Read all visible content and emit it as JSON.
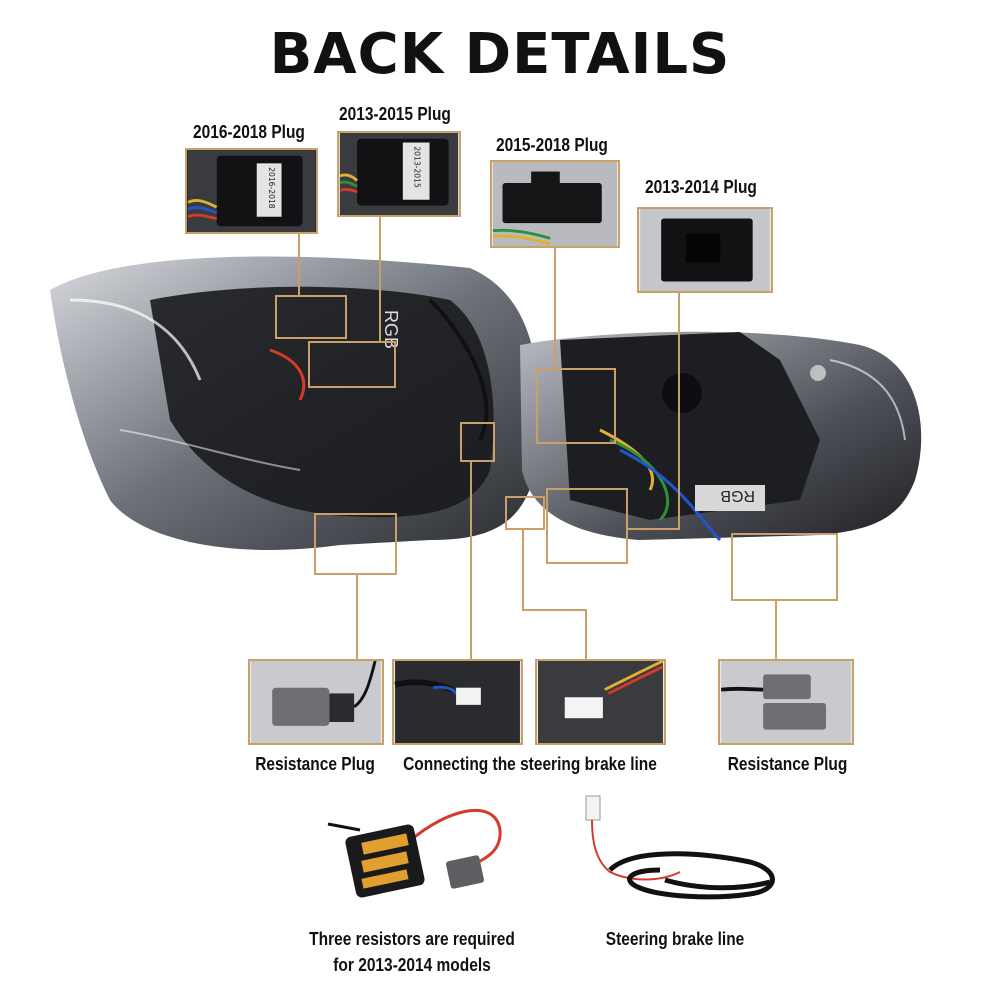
{
  "title": "BACK DETAILS",
  "plug_labels": {
    "plug_2016_2018": "2016-2018 Plug",
    "plug_2013_2015": "2013-2015 Plug",
    "plug_2015_2018": "2015-2018 Plug",
    "plug_2013_2014": "2013-2014 Plug"
  },
  "stickers": {
    "s1": "2016-2018",
    "s2": "2013-2015",
    "rgb": "RGB"
  },
  "bottom_labels": {
    "resistance_left": "Resistance Plug",
    "steering_brake": "Connecting the steering brake line",
    "resistance_right": "Resistance Plug"
  },
  "accessories": {
    "resistors_line1": "Three resistors are required",
    "resistors_line2": "for 2013-2014 models",
    "steering_line": "Steering brake line"
  },
  "colors": {
    "accent": "#c9a06a",
    "text": "#111111"
  }
}
